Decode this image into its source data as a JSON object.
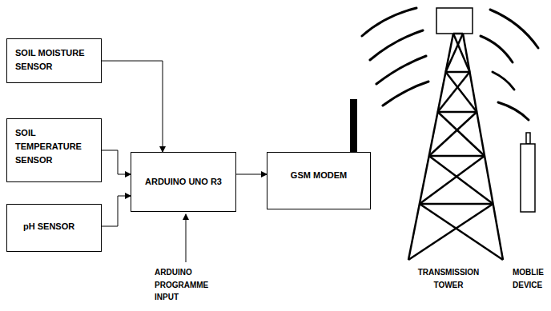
{
  "diagram": {
    "nodes": [
      {
        "text": [
          "SOIL MOISTURE SENSOR"
        ]
      },
      {
        "text": [
          "SOIL TEMPERATURE SENSOR"
        ]
      },
      {
        "text": [
          "pH SENSOR"
        ]
      },
      {
        "text": [
          "ARDUINO UNO R3"
        ]
      },
      {
        "text": [
          "GSM MODEM"
        ]
      }
    ],
    "edges": [
      {
        "from": 0,
        "to": 3,
        "arrow": "to"
      },
      {
        "from": 1,
        "to": 3,
        "arrow": "to"
      },
      {
        "from": 2,
        "to": 3,
        "arrow": "to"
      },
      {
        "from": 3,
        "to": 4,
        "arrow": "to"
      }
    ],
    "labels": [
      "ARDUINO PROGRAMME INPUT",
      "TRANSMISSION TOWER",
      "MOBLIE DEVICE"
    ]
  }
}
